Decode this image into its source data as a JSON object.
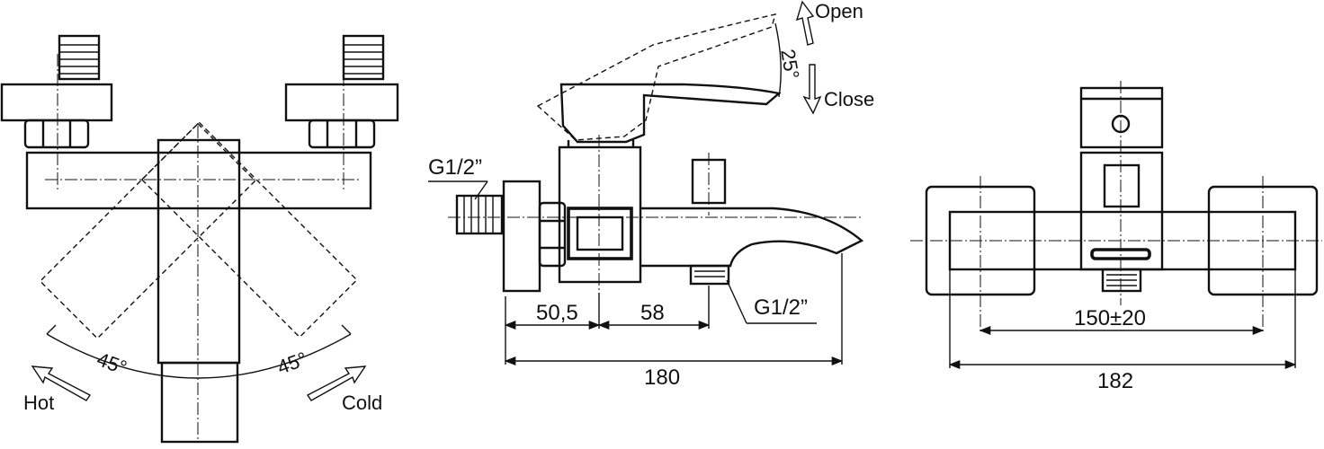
{
  "front_view": {
    "angle_left": "45°",
    "angle_right": "45°",
    "hot_label": "Hot",
    "cold_label": "Cold"
  },
  "side_view": {
    "lever_angle": "25°",
    "open_label": "Open",
    "close_label": "Close",
    "inlet_thread": "G1/2”",
    "outlet_thread": "G1/2”",
    "dim_inlet_to_body": "50,5",
    "dim_body_to_outlet": "58",
    "dim_overall_length": "180"
  },
  "rear_view": {
    "dim_inlet_centers": "150±20",
    "dim_overall_width": "182"
  }
}
